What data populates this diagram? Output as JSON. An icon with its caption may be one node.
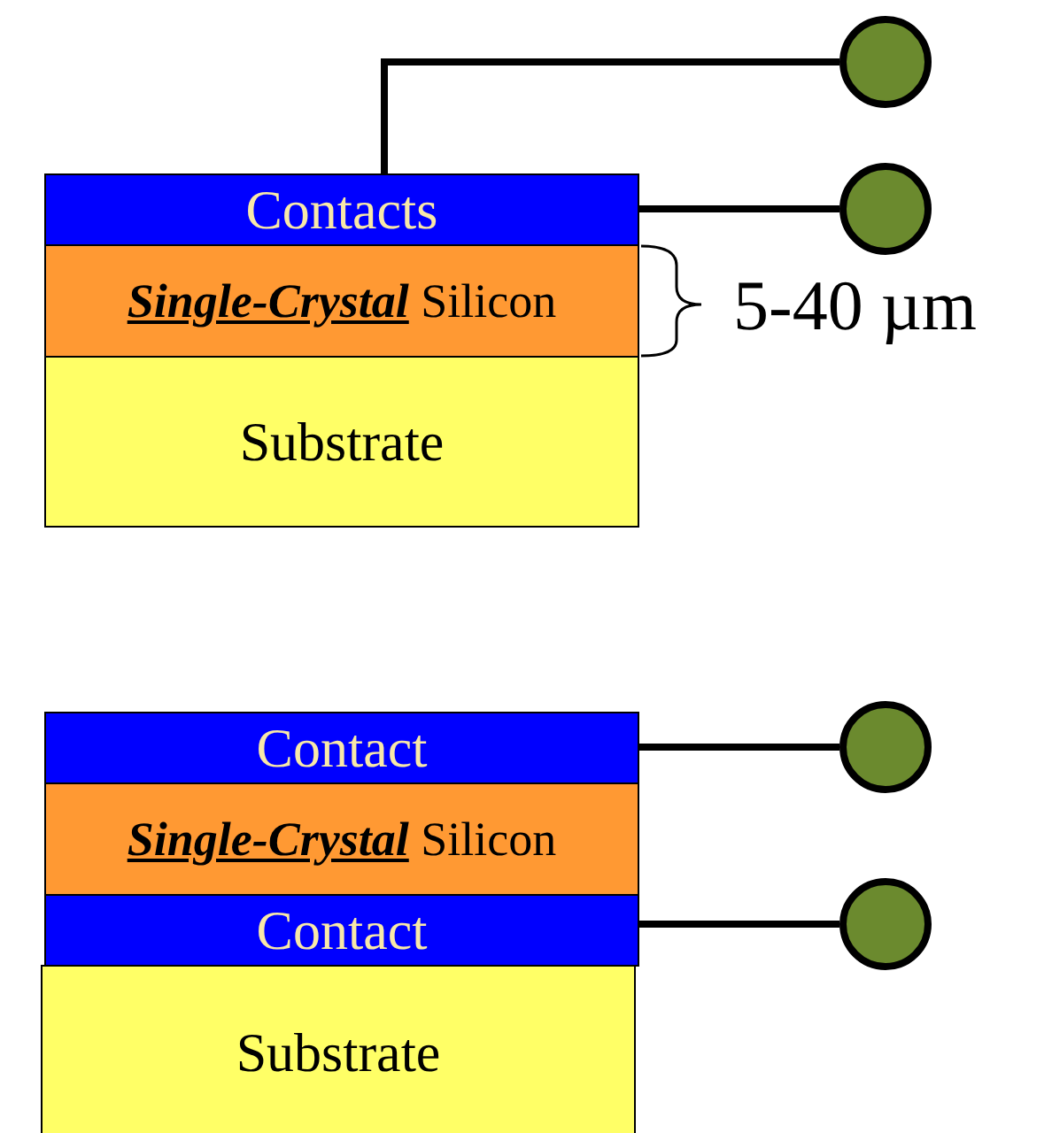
{
  "diagram": {
    "nodes": [
      {
        "text": [
          "Contacts"
        ]
      },
      {
        "text": [
          "**Single-Crystal** Silicon"
        ]
      },
      {
        "text": [
          "Substrate"
        ]
      },
      {
        "text": [],
        "shape": "circle"
      },
      {
        "text": [],
        "shape": "circle"
      },
      {
        "text": [
          "Contact"
        ]
      },
      {
        "text": [
          "**Single-Crystal** Silicon"
        ]
      },
      {
        "text": [
          "Contact"
        ]
      },
      {
        "text": [
          "Substrate"
        ]
      },
      {
        "text": [],
        "shape": "circle"
      },
      {
        "text": [],
        "shape": "circle"
      }
    ],
    "edges": [
      {
        "from": 0,
        "to": 3,
        "arrow": "none"
      },
      {
        "from": 0,
        "to": 4,
        "arrow": "none"
      },
      {
        "from": 5,
        "to": 9,
        "arrow": "none"
      },
      {
        "from": 7,
        "to": 10,
        "arrow": "none"
      }
    ],
    "labels": [
      "5-40 µm"
    ]
  }
}
